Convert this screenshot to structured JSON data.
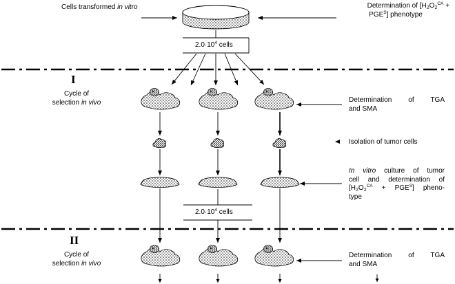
{
  "labels": {
    "cells_transformed_prefix": "Cells transformed ",
    "cells_transformed_italic": "in vitro",
    "det_phen_a": "Determination of [H",
    "det_phen_b": "2",
    "det_phen_c": "O",
    "det_phen_d": "2",
    "det_phen_e": "CA",
    "det_phen_f": " +",
    "det_phen_g": "PGE",
    "det_phen_h": "S",
    "det_phen_i": "] phenotype",
    "cells_1_a": "2.0·10",
    "cells_1_b": "4",
    "cells_1_c": " cells",
    "cells_2_a": "2.0·10",
    "cells_2_b": "4",
    "cells_2_c": " cells",
    "roman_1": "I",
    "roman_2": "II",
    "cycle_1_line1": "Cycle of",
    "cycle_1_line2_prefix": "selection ",
    "cycle_1_line2_italic": "in vivo",
    "cycle_2_line1": "Cycle of",
    "cycle_2_line2_prefix": "selection ",
    "cycle_2_line2_italic": "in vivo",
    "det_tga_1_line1": "Determination of TGA",
    "det_tga_1_line2": "and SMA",
    "det_tga_2_line1": "Determination of TGA",
    "det_tga_2_line2": "and SMA",
    "isolation": "Isolation of tumor cells",
    "culture_italic": "In vitro",
    "culture_rest1": " culture of tumor",
    "culture_line2": "cell and determination of",
    "culture_l3_a": "[H",
    "culture_l3_b": "2",
    "culture_l3_c": "O",
    "culture_l3_d": "2",
    "culture_l3_e": "CA",
    "culture_l3_f": " + PGE",
    "culture_l3_g": "S",
    "culture_l3_h": "] pheno-",
    "culture_line4": "type"
  }
}
